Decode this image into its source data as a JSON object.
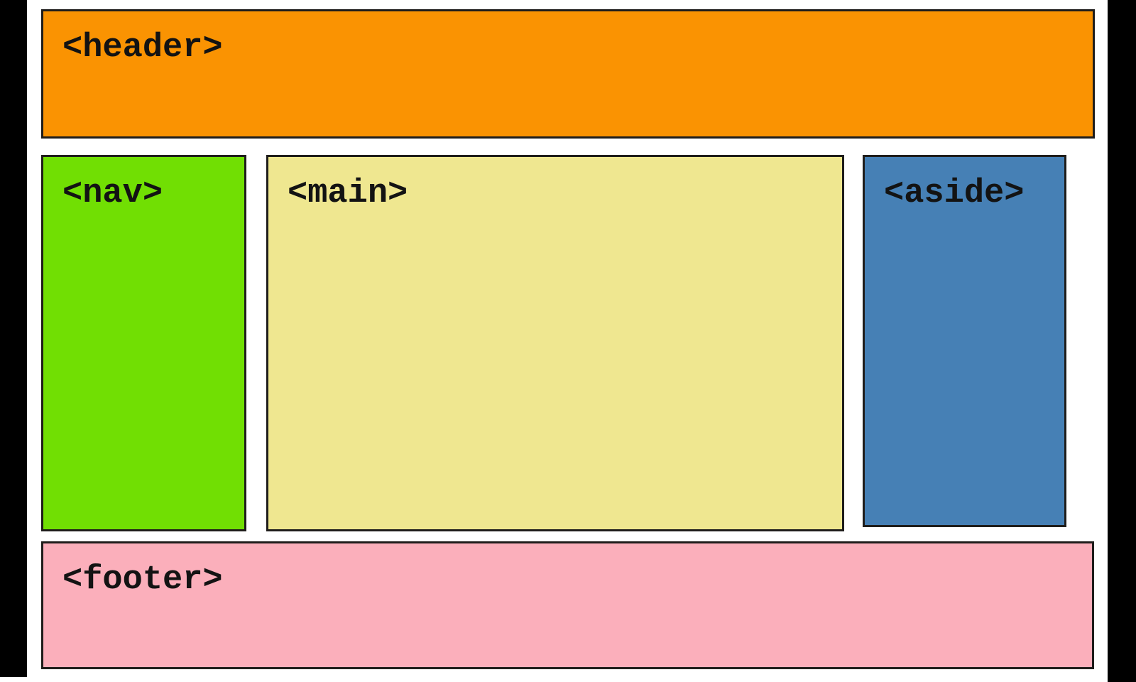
{
  "diagram": {
    "background": "#ffffff",
    "letterbox_color": "#000000",
    "border_color": "#1f1d1b",
    "text_color": "#131313",
    "boxes": [
      {
        "id": "header",
        "label": "<header>",
        "color": "#FA9302"
      },
      {
        "id": "nav",
        "label": "<nav>",
        "color": "#71DF03"
      },
      {
        "id": "main",
        "label": "<main>",
        "color": "#EFE790"
      },
      {
        "id": "aside",
        "label": "<aside>",
        "color": "#4680B5"
      },
      {
        "id": "footer",
        "label": "<footer>",
        "color": "#FBAFBB"
      }
    ]
  }
}
